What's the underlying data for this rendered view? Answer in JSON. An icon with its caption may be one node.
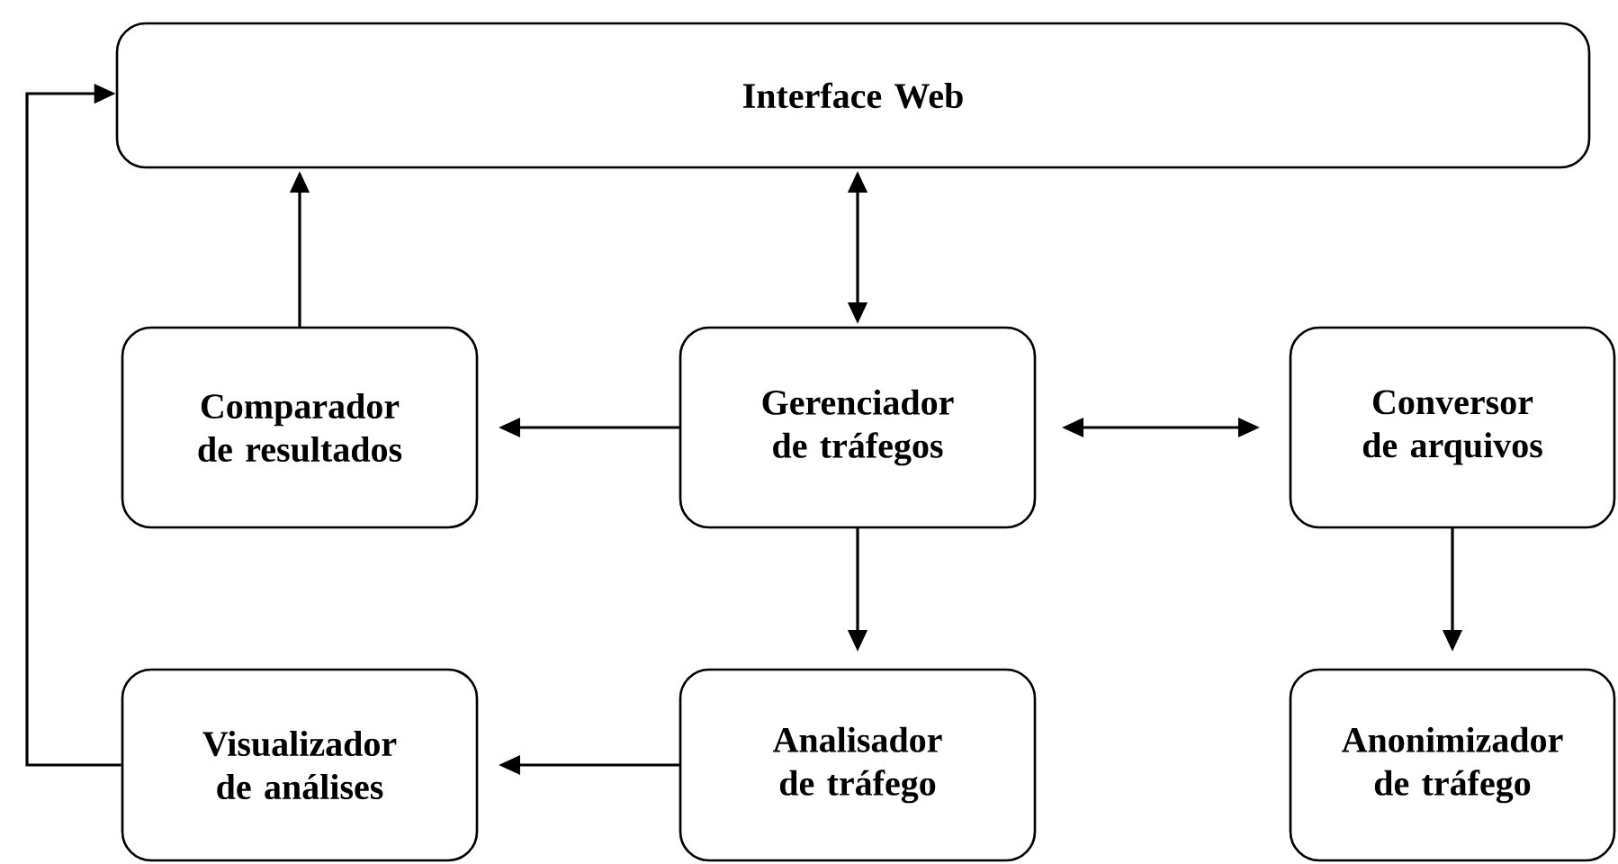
{
  "diagram": {
    "nodes": [
      {
        "text": [
          "Interface Web"
        ]
      },
      {
        "text": [
          "Comparador de resultados"
        ]
      },
      {
        "text": [
          "Gerenciador de tráfegos"
        ]
      },
      {
        "text": [
          "Conversor de arquivos"
        ]
      },
      {
        "text": [
          "Visualizador de análises"
        ]
      },
      {
        "text": [
          "Analisador de tráfego"
        ]
      },
      {
        "text": [
          "Anonimizador de tráfego"
        ]
      }
    ],
    "edges": [
      {
        "from": 1,
        "to": 0,
        "arrow": "to"
      },
      {
        "from": 2,
        "to": 0,
        "arrow": "both"
      },
      {
        "from": 2,
        "to": 1,
        "arrow": "to"
      },
      {
        "from": 2,
        "to": 3,
        "arrow": "both"
      },
      {
        "from": 2,
        "to": 5,
        "arrow": "to"
      },
      {
        "from": 3,
        "to": 6,
        "arrow": "to"
      },
      {
        "from": 5,
        "to": 4,
        "arrow": "to"
      },
      {
        "from": 4,
        "to": 0,
        "arrow": "to"
      }
    ]
  }
}
